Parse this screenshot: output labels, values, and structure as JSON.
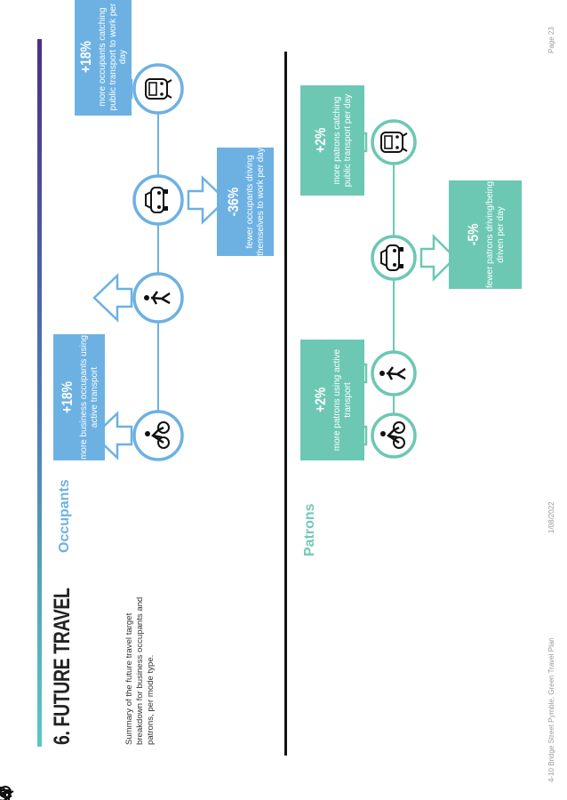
{
  "page": {
    "title": "6. FUTURE TRAVEL",
    "summary": "Summary of the future travel target breakdown for business occupants and patrons, per mode type.",
    "footer_left": "4-10 Bridge Street Pymble, Green Travel Plan",
    "footer_center": "1/08/2022",
    "footer_right": "Page 23"
  },
  "occupants": {
    "label": "Occupants",
    "color": "#6db1e3",
    "active": {
      "pct": "+18%",
      "desc": "more business occupants using active transport"
    },
    "driving": {
      "pct": "-36%",
      "desc": "fewer occupants driving themselves to work per day"
    },
    "public": {
      "pct": "+18%",
      "desc": "more occupants  catching public transport to work per day"
    }
  },
  "patrons": {
    "label": "Patrons",
    "color": "#6cc8b3",
    "active": {
      "pct": "+2%",
      "desc": "more patrons using active transport"
    },
    "driving": {
      "pct": "-5%",
      "desc": "fewer patrons driving/being driven per day"
    },
    "public": {
      "pct": "+2%",
      "desc": "more patrons catching public transport per day"
    }
  },
  "icons": [
    "bicycle-icon",
    "walking-icon",
    "car-icon",
    "train-icon"
  ]
}
